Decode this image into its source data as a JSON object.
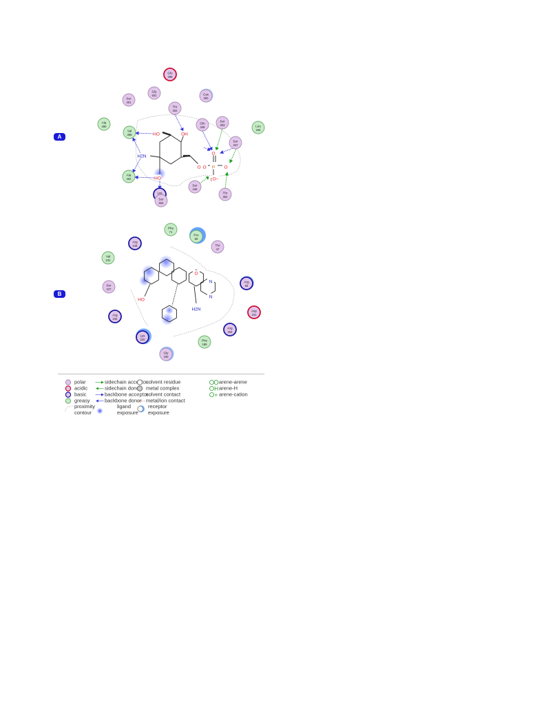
{
  "panels": [
    {
      "label": "A",
      "residues": [
        {
          "name": "Glu",
          "num": "498",
          "kind": "acidic",
          "exposure": 0
        },
        {
          "name": "Gly",
          "num": "501",
          "kind": "polar",
          "exposure": 0
        },
        {
          "name": "Ser",
          "num": "401",
          "kind": "polar",
          "exposure": 0
        },
        {
          "name": "Cys",
          "num": "300",
          "kind": "polar",
          "exposure": 0.3
        },
        {
          "name": "Thr",
          "num": "302",
          "kind": "polar",
          "exposure": 0
        },
        {
          "name": "Ala",
          "num": "490",
          "kind": "greasy",
          "exposure": 0
        },
        {
          "name": "Val",
          "num": "399",
          "kind": "greasy",
          "exposure": 0
        },
        {
          "name": "Gln",
          "num": "348",
          "kind": "polar",
          "exposure": 0
        },
        {
          "name": "Ser",
          "num": "303",
          "kind": "polar",
          "exposure": 0
        },
        {
          "name": "Leu",
          "num": "346",
          "kind": "greasy",
          "exposure": 0
        },
        {
          "name": "Ser",
          "num": "347",
          "kind": "polar",
          "exposure": 0
        },
        {
          "name": "Ala",
          "num": "402",
          "kind": "greasy",
          "exposure": 0
        },
        {
          "name": "Lys",
          "num": "603",
          "kind": "basic",
          "exposure": 0
        },
        {
          "name": "Ser",
          "num": "349",
          "kind": "polar",
          "exposure": 0
        },
        {
          "name": "Ser",
          "num": "604",
          "kind": "polar",
          "exposure": 0
        },
        {
          "name": "Thr",
          "num": "352",
          "kind": "polar",
          "exposure": 0
        }
      ],
      "atom_labels": [
        "HO",
        "OH",
        "H2N",
        "HO",
        "O",
        "O",
        "P",
        "O",
        "O",
        "O",
        "O–"
      ]
    },
    {
      "label": "B",
      "residues": [
        {
          "name": "Phe",
          "num": "71",
          "kind": "greasy",
          "exposure": 0
        },
        {
          "name": "Pro",
          "num": "69",
          "kind": "greasy",
          "exposure": 1
        },
        {
          "name": "Arg",
          "num": "218",
          "kind": "basic",
          "exposure": 0
        },
        {
          "name": "Thr",
          "num": "47",
          "kind": "polar",
          "exposure": 0
        },
        {
          "name": "Val",
          "num": "231",
          "kind": "greasy",
          "exposure": 0
        },
        {
          "name": "Ser",
          "num": "227",
          "kind": "polar",
          "exposure": 0
        },
        {
          "name": "Arg",
          "num": "68",
          "kind": "basic",
          "exposure": 0.4
        },
        {
          "name": "Asp",
          "num": "151",
          "kind": "acidic",
          "exposure": 0
        },
        {
          "name": "Arg",
          "num": "234",
          "kind": "basic",
          "exposure": 0
        },
        {
          "name": "Arg",
          "num": "254",
          "kind": "basic",
          "exposure": 0
        },
        {
          "name": "Lys",
          "num": "220",
          "kind": "basic",
          "exposure": 0.8
        },
        {
          "name": "Phe",
          "num": "189",
          "kind": "greasy",
          "exposure": 0
        },
        {
          "name": "Gly",
          "num": "190",
          "kind": "polar",
          "exposure": 0.5
        }
      ],
      "atom_labels": [
        "O",
        "N",
        "N",
        "HO",
        "H2N"
      ]
    }
  ],
  "legend": {
    "residue_types": [
      "polar",
      "acidic",
      "basic",
      "greasy"
    ],
    "proximity": "proximity contour",
    "interactions": [
      "sidechain acceptor",
      "sidechain donor",
      "backbone acceptor",
      "backbone donor"
    ],
    "ligand_exposure": "ligand exposure",
    "residue_markers": [
      "solvent residue",
      "metal complex"
    ],
    "contacts": [
      "solvent contact",
      "metal/ion contact"
    ],
    "receptor_exposure": "receptor exposure",
    "arene": [
      "arene-arene",
      "arene-H",
      "arene-cation"
    ]
  },
  "colors": {
    "polar": "#e3c6ec",
    "polar_stroke": "#a58cb0",
    "acidic": "#e3c6ec",
    "acidic_stroke": "#cc1133",
    "basic": "#e3c6ec",
    "basic_stroke": "#1a1aa0",
    "greasy": "#c6ecc6",
    "greasy_stroke": "#6aaa6a",
    "acceptor": "#1aa01a",
    "backbone": "#3333dd",
    "exposure": "#4a90ff",
    "ligand_o": "#e0202a",
    "ligand_n": "#2020c0",
    "tag": "#1a1ad8"
  }
}
